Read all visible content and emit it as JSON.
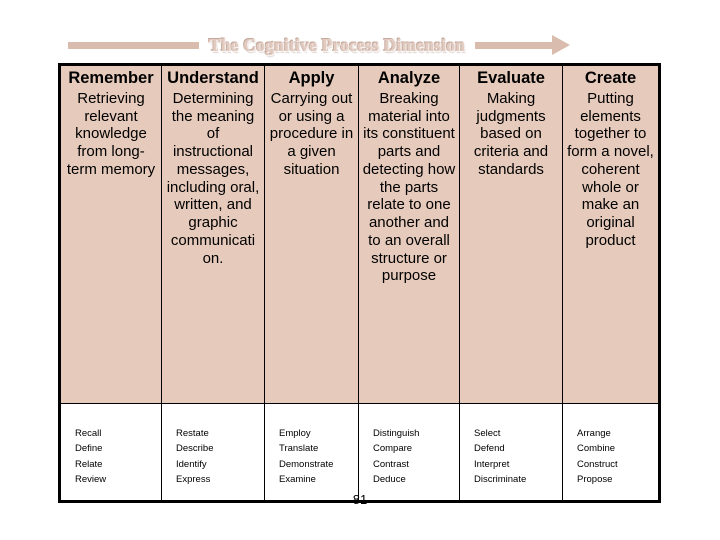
{
  "banner": {
    "title": "The Cognitive Process Dimension",
    "arrow_icon": "right-arrow-icon",
    "bar_color": "#d9bcae"
  },
  "table": {
    "description_row_bg": "#e6cabb",
    "verb_row_bg": "#ffffff",
    "border_color": "#000000",
    "columns": [
      {
        "header": "Remember",
        "description": "Retrieving relevant knowledge from long-term memory",
        "verbs": [
          "Recall",
          "Define",
          "Relate",
          "Review"
        ]
      },
      {
        "header": "Understand",
        "description": "Determining the meaning of instructional messages, including oral, written, and graphic communicati on.",
        "verbs": [
          "Restate",
          "Describe",
          "Identify",
          "Express"
        ]
      },
      {
        "header": "Apply",
        "description": "Carrying out or using a procedure in a given situation",
        "verbs": [
          "Employ",
          "Translate",
          "Demonstrate",
          "Examine"
        ]
      },
      {
        "header": "Analyze",
        "description": "Breaking material into its constituent parts and detecting how the parts relate to one another and to an overall structure or purpose",
        "verbs": [
          "Distinguish",
          "Compare",
          "Contrast",
          "Deduce"
        ]
      },
      {
        "header": "Evaluate",
        "description": "Making judgments based on criteria and standards",
        "verbs": [
          "Select",
          "Defend",
          "Interpret",
          "Discriminate"
        ]
      },
      {
        "header": "Create",
        "description": "Putting elements together to form a novel, coherent whole or make an original product",
        "verbs": [
          "Arrange",
          "Combine",
          "Construct",
          "Propose"
        ]
      }
    ]
  },
  "footer": {
    "page_number": "81"
  }
}
